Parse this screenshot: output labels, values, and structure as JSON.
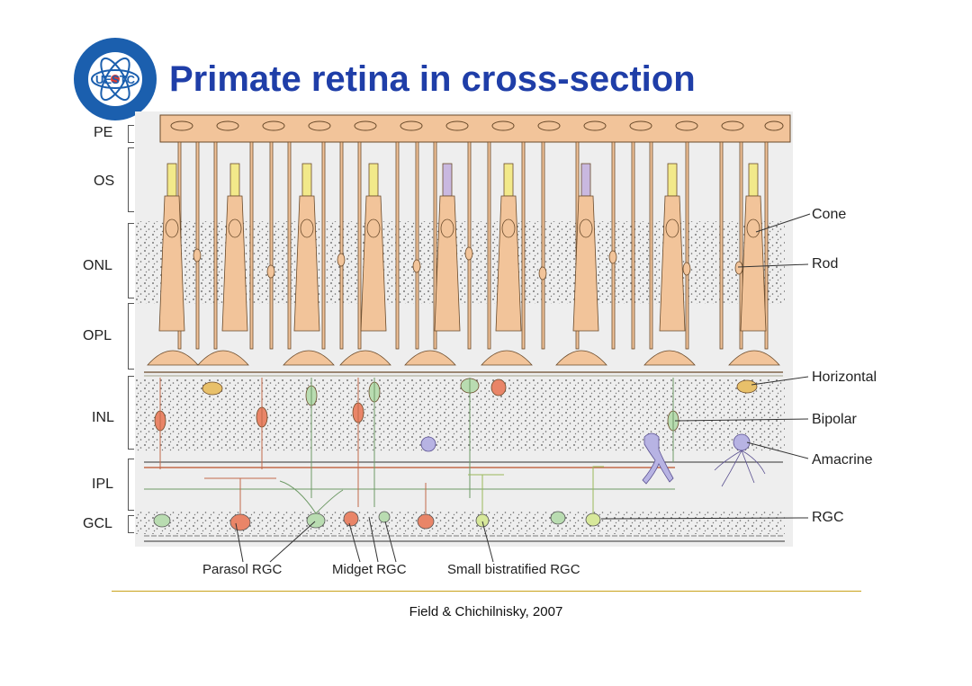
{
  "slide": {
    "title": "Primate retina in cross-section",
    "caption": "Field & Chichilnisky, 2007"
  },
  "logo": {
    "text": "UESTC",
    "colors": {
      "outer": "#1b5fae",
      "inner": "#ffffff",
      "accent": "#e13a2e"
    }
  },
  "layers": [
    {
      "label": "PE"
    },
    {
      "label": "OS"
    },
    {
      "label": "ONL"
    },
    {
      "label": "OPL"
    },
    {
      "label": "INL"
    },
    {
      "label": "IPL"
    },
    {
      "label": "GCL"
    }
  ],
  "cell_labels": [
    {
      "label": "Cone"
    },
    {
      "label": "Rod"
    },
    {
      "label": "Horizontal"
    },
    {
      "label": "Bipolar"
    },
    {
      "label": "Amacrine"
    },
    {
      "label": "RGC"
    }
  ],
  "bottom_labels": [
    {
      "label": "Parasol RGC"
    },
    {
      "label": "Midget RGC"
    },
    {
      "label": "Small bistratified RGC"
    }
  ],
  "colors": {
    "title": "#1f3ea8",
    "rule": "#c9a21a",
    "cone_rod": "#f2c49a",
    "outer_segment": "#f2e98a",
    "midget": "#e98568",
    "diffuse": "#b9dcb1",
    "amacrine": "#b7b3e3",
    "horizontal": "#e8c06a",
    "background": "#eeeeee"
  }
}
